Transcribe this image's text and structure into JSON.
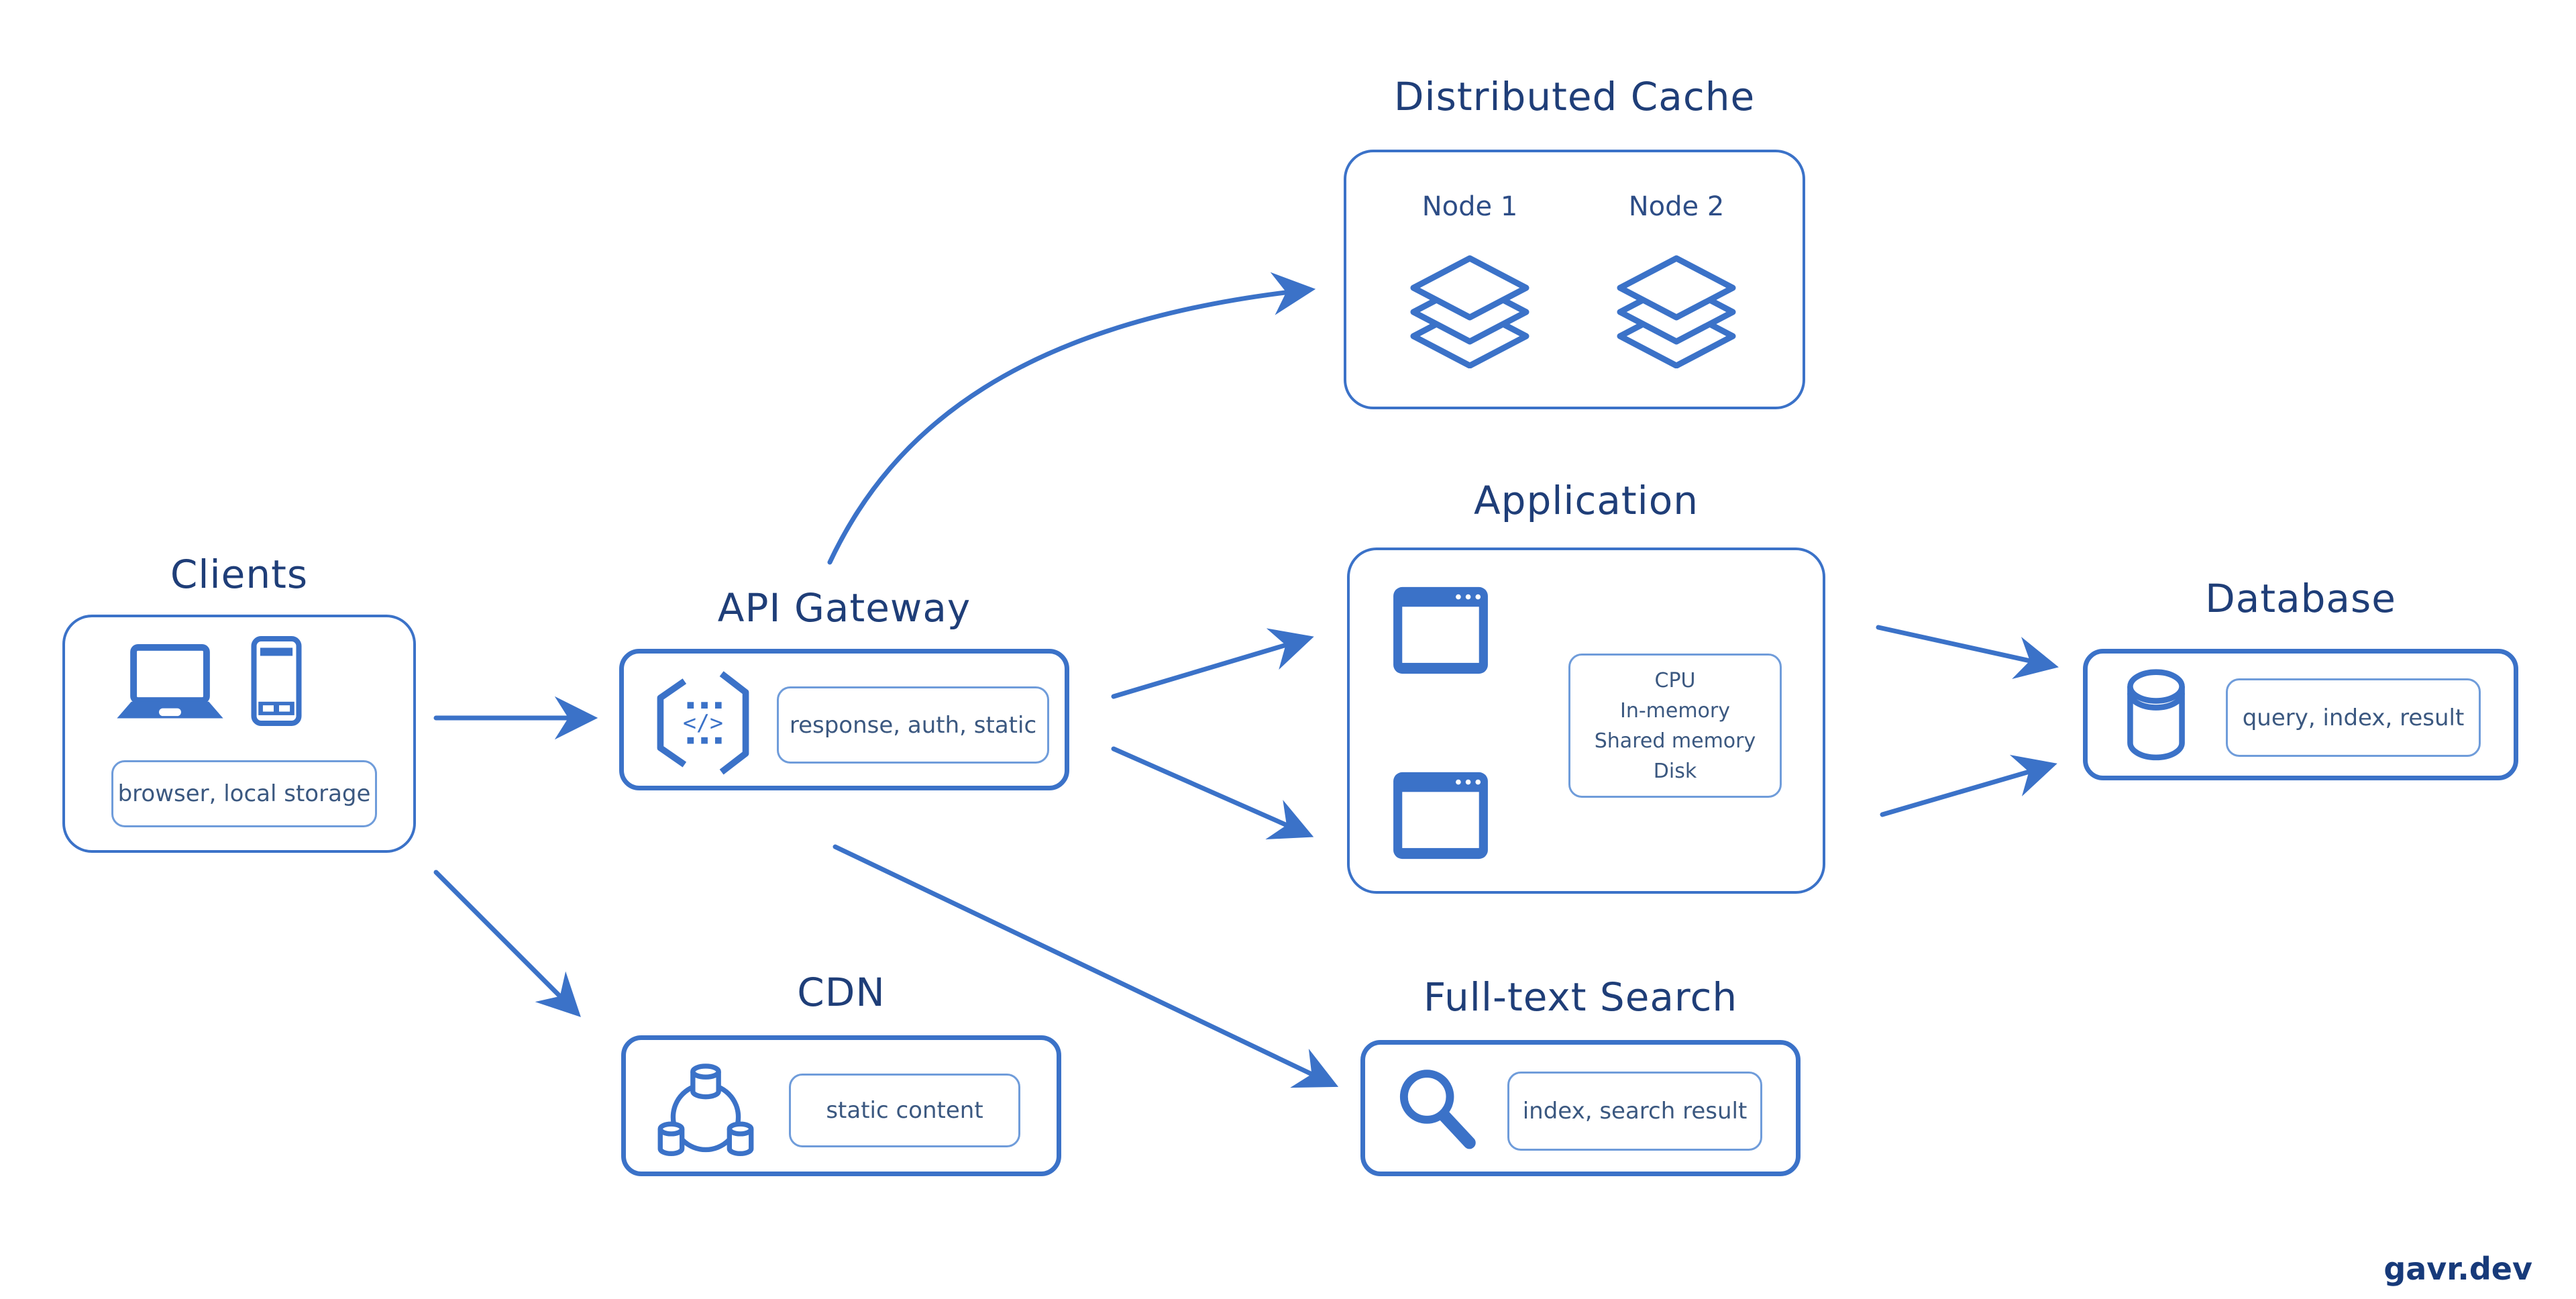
{
  "colors": {
    "accent": "#3b72c8",
    "title_text": "#1f3e78",
    "label_text": "#3b5880",
    "sublabel_border": "#6f9cda",
    "watermark_text": "#173a7a",
    "background": "#ffffff"
  },
  "watermark": "gavr.dev",
  "nodes": {
    "clients": {
      "title": "Clients",
      "label": "browser, local storage"
    },
    "api_gateway": {
      "title": "API Gateway",
      "label": "response, auth, static",
      "icon_glyph": "</>"
    },
    "distributed_cache": {
      "title": "Distributed Cache",
      "nodes": [
        "Node 1",
        "Node 2"
      ]
    },
    "application": {
      "title": "Application",
      "label_lines": [
        "CPU",
        "In-memory",
        "Shared memory",
        "Disk"
      ]
    },
    "database": {
      "title": "Database",
      "label": "query, index, result"
    },
    "cdn": {
      "title": "CDN",
      "label": "static content"
    },
    "fulltext_search": {
      "title": "Full-text Search",
      "label": "index, search result"
    }
  },
  "edges": [
    {
      "from": "clients",
      "to": "api_gateway"
    },
    {
      "from": "clients",
      "to": "cdn"
    },
    {
      "from": "api_gateway",
      "to": "distributed_cache"
    },
    {
      "from": "api_gateway",
      "to": "application"
    },
    {
      "from": "api_gateway",
      "to": "application"
    },
    {
      "from": "api_gateway",
      "to": "fulltext_search"
    },
    {
      "from": "application",
      "to": "database"
    },
    {
      "from": "application",
      "to": "database"
    }
  ]
}
